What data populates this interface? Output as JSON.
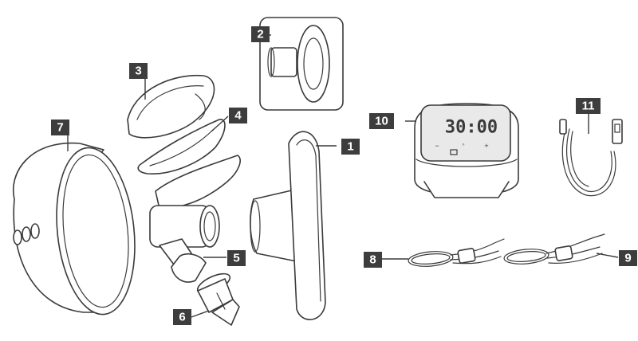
{
  "parts": [
    {
      "number": "1"
    },
    {
      "number": "2"
    },
    {
      "number": "3"
    },
    {
      "number": "4"
    },
    {
      "number": "5"
    },
    {
      "number": "6"
    },
    {
      "number": "7"
    },
    {
      "number": "8"
    },
    {
      "number": "9"
    },
    {
      "number": "10"
    },
    {
      "number": "11"
    }
  ],
  "motor_display": {
    "time": "30:00",
    "buttons": [
      "−",
      "◦",
      "+"
    ]
  }
}
